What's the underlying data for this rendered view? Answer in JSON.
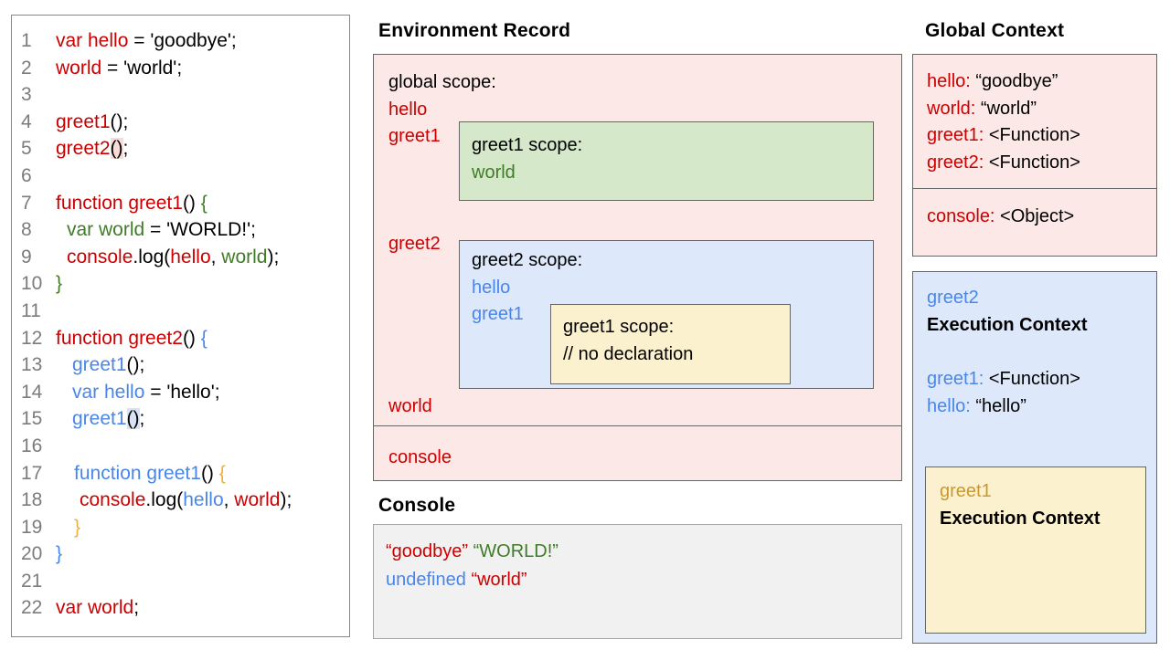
{
  "colors": {
    "syntax_red": "#cc0000",
    "syntax_green": "#407c28",
    "syntax_blue": "#4a86e8",
    "syntax_gold": "#c9992d",
    "pink_fill": "#fce8e6",
    "green_fill": "#d5e8ca",
    "blue_fill": "#dde9fb",
    "yellow_fill": "#fcf1cf",
    "console_gray_fill": "#f1f1f1"
  },
  "code_panel": {
    "lines": [
      {
        "n": "1",
        "indent": 0,
        "tokens": [
          {
            "t": "var hello",
            "c": "red"
          },
          {
            "t": " = 'goodbye';",
            "c": "black"
          }
        ]
      },
      {
        "n": "2",
        "indent": 0,
        "tokens": [
          {
            "t": "world",
            "c": "red"
          },
          {
            "t": " = 'world';",
            "c": "black"
          }
        ]
      },
      {
        "n": "3",
        "indent": 0,
        "tokens": []
      },
      {
        "n": "4",
        "indent": 0,
        "tokens": [
          {
            "t": "greet1",
            "c": "red"
          },
          {
            "t": "();",
            "c": "black"
          }
        ]
      },
      {
        "n": "5",
        "indent": 0,
        "tokens": [
          {
            "t": "greet2",
            "c": "red"
          },
          {
            "t": "()",
            "c": "black",
            "bg": "pink"
          },
          {
            "t": ";",
            "c": "black"
          }
        ]
      },
      {
        "n": "6",
        "indent": 0,
        "tokens": []
      },
      {
        "n": "7",
        "indent": 0,
        "tokens": [
          {
            "t": "function greet1",
            "c": "red"
          },
          {
            "t": "() ",
            "c": "black"
          },
          {
            "t": "{",
            "c": "green"
          }
        ]
      },
      {
        "n": "8",
        "indent": 12,
        "tokens": [
          {
            "t": "var world",
            "c": "green"
          },
          {
            "t": " = 'WORLD!';",
            "c": "black"
          }
        ]
      },
      {
        "n": "9",
        "indent": 12,
        "tokens": [
          {
            "t": "console",
            "c": "red"
          },
          {
            "t": ".log(",
            "c": "black"
          },
          {
            "t": "hello",
            "c": "red"
          },
          {
            "t": ", ",
            "c": "black"
          },
          {
            "t": "world",
            "c": "green"
          },
          {
            "t": ");",
            "c": "black"
          }
        ]
      },
      {
        "n": "10",
        "indent": 0,
        "tokens": [
          {
            "t": "}",
            "c": "green"
          }
        ]
      },
      {
        "n": "11",
        "indent": 0,
        "tokens": []
      },
      {
        "n": "12",
        "indent": 0,
        "tokens": [
          {
            "t": "function greet2",
            "c": "red"
          },
          {
            "t": "() ",
            "c": "black"
          },
          {
            "t": "{",
            "c": "blue"
          }
        ]
      },
      {
        "n": "13",
        "indent": 18,
        "tokens": [
          {
            "t": "greet1",
            "c": "blue"
          },
          {
            "t": "();",
            "c": "black"
          }
        ]
      },
      {
        "n": "14",
        "indent": 18,
        "tokens": [
          {
            "t": "var hello",
            "c": "blue"
          },
          {
            "t": " = 'hello';",
            "c": "black"
          }
        ]
      },
      {
        "n": "15",
        "indent": 18,
        "tokens": [
          {
            "t": "greet1",
            "c": "blue"
          },
          {
            "t": "()",
            "c": "black",
            "bg": "blue"
          },
          {
            "t": ";",
            "c": "black"
          }
        ]
      },
      {
        "n": "16",
        "indent": 0,
        "tokens": []
      },
      {
        "n": "17",
        "indent": 20,
        "tokens": [
          {
            "t": "function greet1",
            "c": "blue"
          },
          {
            "t": "() ",
            "c": "black"
          },
          {
            "t": "{",
            "c": "gold"
          }
        ]
      },
      {
        "n": "18",
        "indent": 26,
        "tokens": [
          {
            "t": "console",
            "c": "red"
          },
          {
            "t": ".log(",
            "c": "black"
          },
          {
            "t": "hello",
            "c": "blue"
          },
          {
            "t": ", ",
            "c": "black"
          },
          {
            "t": "world",
            "c": "red"
          },
          {
            "t": ");",
            "c": "black"
          }
        ]
      },
      {
        "n": "19",
        "indent": 20,
        "tokens": [
          {
            "t": "}",
            "c": "gold"
          }
        ]
      },
      {
        "n": "20",
        "indent": 0,
        "tokens": [
          {
            "t": "}",
            "c": "blue"
          }
        ]
      },
      {
        "n": "21",
        "indent": 0,
        "tokens": []
      },
      {
        "n": "22",
        "indent": 0,
        "tokens": [
          {
            "t": "var world",
            "c": "red"
          },
          {
            "t": ";",
            "c": "black"
          }
        ]
      }
    ]
  },
  "environment_record": {
    "title": "Environment Record",
    "global_scope_label": "global scope:",
    "var_hello": "hello",
    "var_greet1": "greet1",
    "var_greet2": "greet2",
    "var_world": "world",
    "var_console": "console",
    "greet1_scope": {
      "title": "greet1 scope:",
      "var_world": "world"
    },
    "greet2_scope": {
      "title": "greet2 scope:",
      "var_hello": "hello",
      "var_greet1": "greet1",
      "greet1_scope": {
        "title": "greet1 scope:",
        "comment": "// no declaration"
      }
    }
  },
  "console_panel": {
    "title": "Console",
    "lines": [
      [
        {
          "t": "“goodbye”",
          "c": "red"
        },
        {
          "t": " ",
          "c": "black"
        },
        {
          "t": "“WORLD!”",
          "c": "green"
        }
      ],
      [
        {
          "t": "undefined",
          "c": "blue"
        },
        {
          "t": " ",
          "c": "black"
        },
        {
          "t": "“world”",
          "c": "red"
        }
      ]
    ]
  },
  "global_context": {
    "title": "Global Context",
    "entries": [
      {
        "k": "hello:",
        "v": " “goodbye”"
      },
      {
        "k": "world:",
        "v": " “world”"
      },
      {
        "k": "greet1:",
        "v": " <Function>"
      },
      {
        "k": "greet2:",
        "v": " <Function>"
      }
    ],
    "console_entry": {
      "k": "console:",
      "v": " <Object>"
    }
  },
  "greet2_execution_context": {
    "name": "greet2",
    "heading": "Execution Context",
    "entries": [
      {
        "k": "greet1:",
        "v": " <Function>"
      },
      {
        "k": "hello:",
        "v": " “hello”"
      }
    ],
    "greet1_execution_context": {
      "name": "greet1",
      "heading": "Execution Context"
    }
  }
}
